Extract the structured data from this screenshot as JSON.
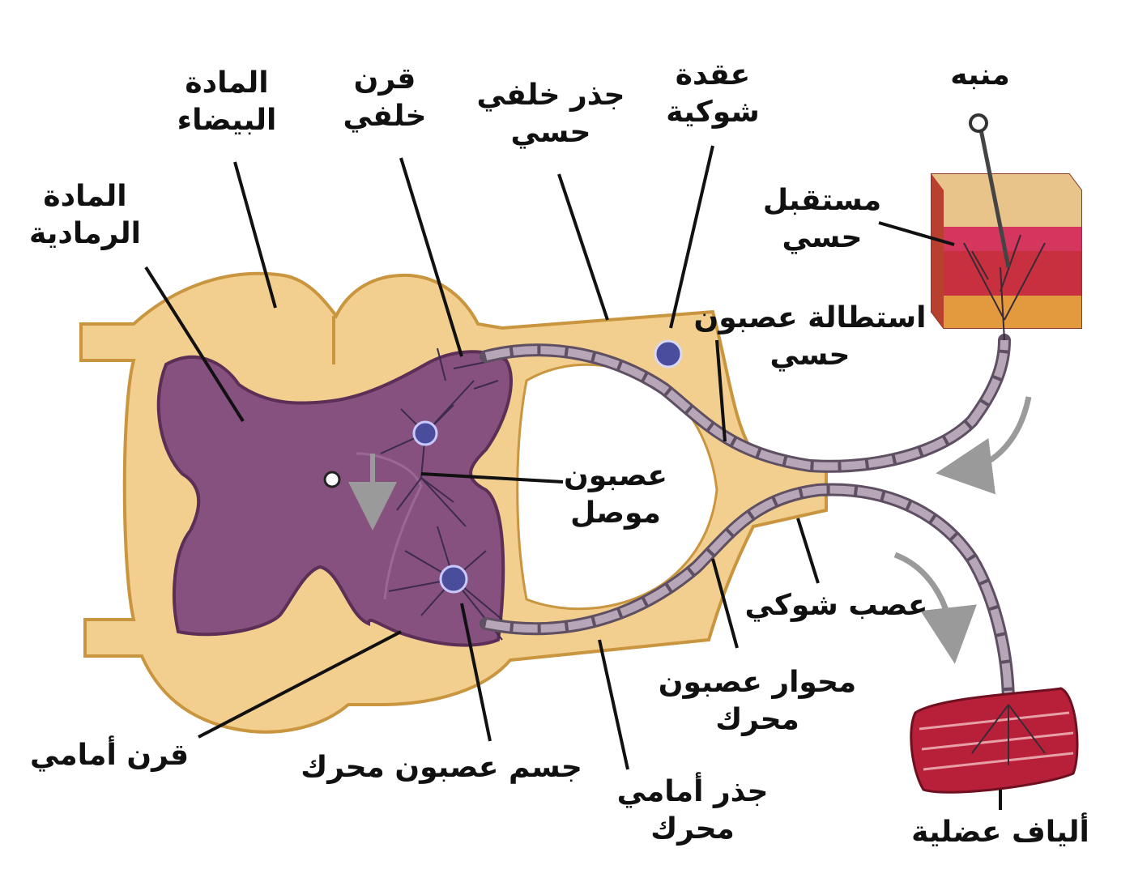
{
  "colors": {
    "white_matter": "#f2cf8e",
    "white_matter_edge": "#c9953f",
    "gray_matter": "#86517f",
    "gray_matter_edge": "#5b2f56",
    "nerve_fiber": "#8c7a8c",
    "neuron_body": "#4a4c9c",
    "skin_top": "#e8c48a",
    "skin_mid": "#d4365d",
    "muscle": "#b8203a",
    "arrow": "#9a9a9a",
    "leader_line": "#111111"
  },
  "labels": {
    "white_matter": [
      "المادة",
      "البيضاء"
    ],
    "gray_matter": [
      "المادة",
      "الرمادية"
    ],
    "dorsal_horn": [
      "قرن",
      "خلفي"
    ],
    "dorsal_root": [
      "جذر خلفي",
      "حسي"
    ],
    "spinal_ganglion": [
      "عقدة",
      "شوكية"
    ],
    "stimulus": [
      "منبه"
    ],
    "sensory_receptor": [
      "مستقبل",
      "حسي"
    ],
    "sensory_axon": [
      "استطالة عصبون",
      "حسي"
    ],
    "interneuron": [
      "عصبون",
      "موصل"
    ],
    "spinal_nerve": [
      "عصب شوكي"
    ],
    "motor_axon": [
      "محوار عصبون",
      "محرك"
    ],
    "ventral_horn": [
      "قرن أمامي"
    ],
    "motor_cell_body": [
      "جسم عصبون محرك"
    ],
    "ventral_root": [
      "جذر أمامي",
      "محرك"
    ],
    "muscle_fibers": [
      "ألياف عضلية"
    ]
  }
}
